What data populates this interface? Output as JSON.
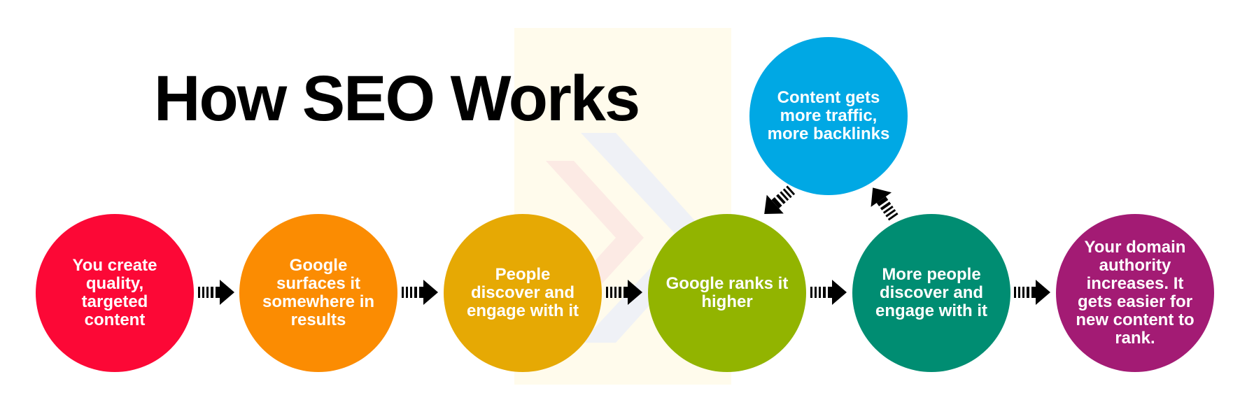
{
  "title": "How SEO Works",
  "watermark_icon": "stylized-logo-watermark",
  "arrow_icon": "striped-arrow-icon",
  "steps": [
    {
      "text": "You create quality, targeted content",
      "color": "#fc0836"
    },
    {
      "text": "Google surfaces it somewhere in results",
      "color": "#fb8c02"
    },
    {
      "text": "People discover and engage with it",
      "color": "#e6a904"
    },
    {
      "text": "Google ranks it higher",
      "color": "#92b400"
    },
    {
      "text": "More people discover and engage with it",
      "color": "#008d72"
    },
    {
      "text": "Your domain authority increases. It gets easier for new content to rank.",
      "color": "#a31b74"
    }
  ],
  "loop_step": {
    "text": "Content gets more traffic, more backlinks",
    "color": "#00a8e4"
  }
}
